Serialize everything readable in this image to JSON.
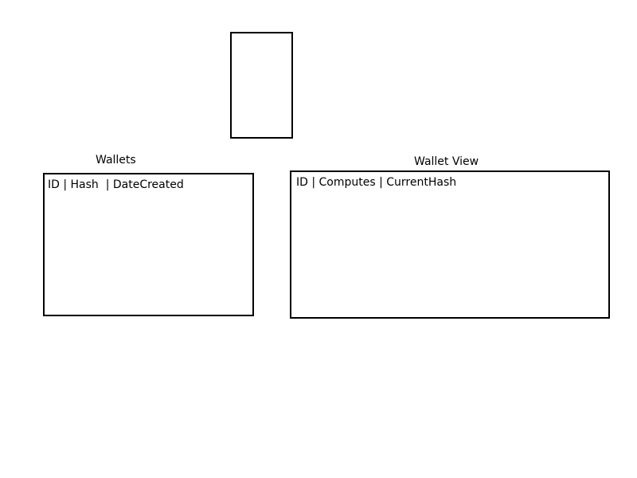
{
  "wallets": {
    "title": "Wallets",
    "header": "ID | Hash  | DateCreated"
  },
  "wallet_view": {
    "title": "Wallet View",
    "header": "ID | Computes | CurrentHash"
  },
  "colors": {
    "border": "#000000",
    "background": "#ffffff",
    "text": "#000000"
  }
}
